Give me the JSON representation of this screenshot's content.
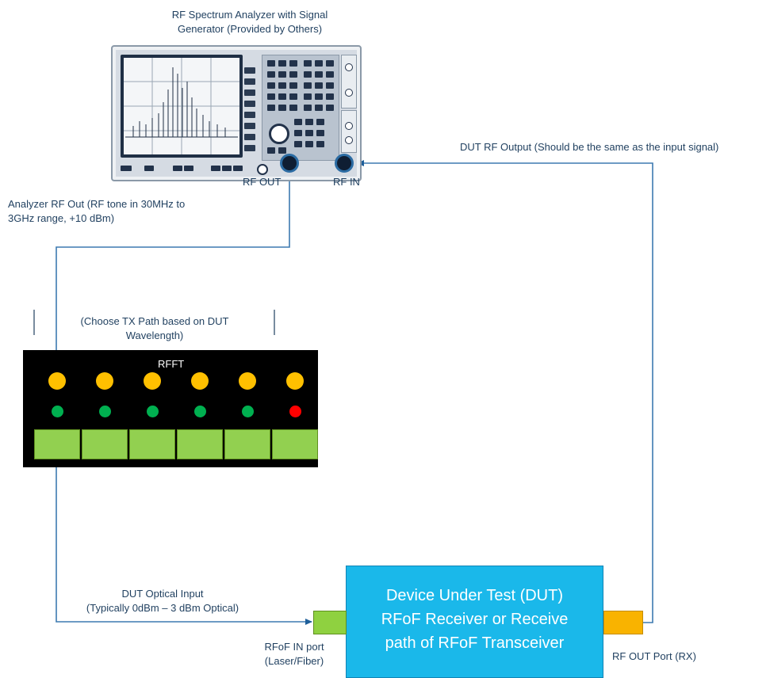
{
  "analyzer": {
    "title_line1": "RF Spectrum Analyzer with Signal",
    "title_line2": "Generator (Provided by Others)",
    "rf_out_label": "RF OUT",
    "rf_in_label": "RF IN",
    "out_note_line1": "Analyzer RF Out (RF tone in 30MHz to",
    "out_note_line2": "3GHz range, +10 dBm)",
    "return_note": "DUT RF Output (Should be the same as the input signal)"
  },
  "rfft": {
    "note_line1": "(Choose TX Path based on DUT",
    "note_line2": "Wavelength)",
    "title": "RFFT",
    "paths": [
      {
        "led_color": "#ffc000",
        "status_color": "#00b050"
      },
      {
        "led_color": "#ffc000",
        "status_color": "#00b050"
      },
      {
        "led_color": "#ffc000",
        "status_color": "#00b050"
      },
      {
        "led_color": "#ffc000",
        "status_color": "#00b050"
      },
      {
        "led_color": "#ffc000",
        "status_color": "#00b050"
      },
      {
        "led_color": "#ffc000",
        "status_color": "#ff0000"
      }
    ],
    "port_color": "#92d050"
  },
  "optical": {
    "line1": "DUT Optical Input",
    "line2": "(Typically 0dBm – 3 dBm Optical)"
  },
  "dut": {
    "line1": "Device Under Test (DUT)",
    "line2": "RFoF Receiver or Receive",
    "line3": "path of RFoF Transceiver",
    "in_port_line1": "RFoF IN port",
    "in_port_line2": "(Laser/Fiber)",
    "out_port": "RF OUT Port (RX)",
    "box_color": "#1ab8ea"
  },
  "colors": {
    "wire": "#3d7ab0"
  }
}
